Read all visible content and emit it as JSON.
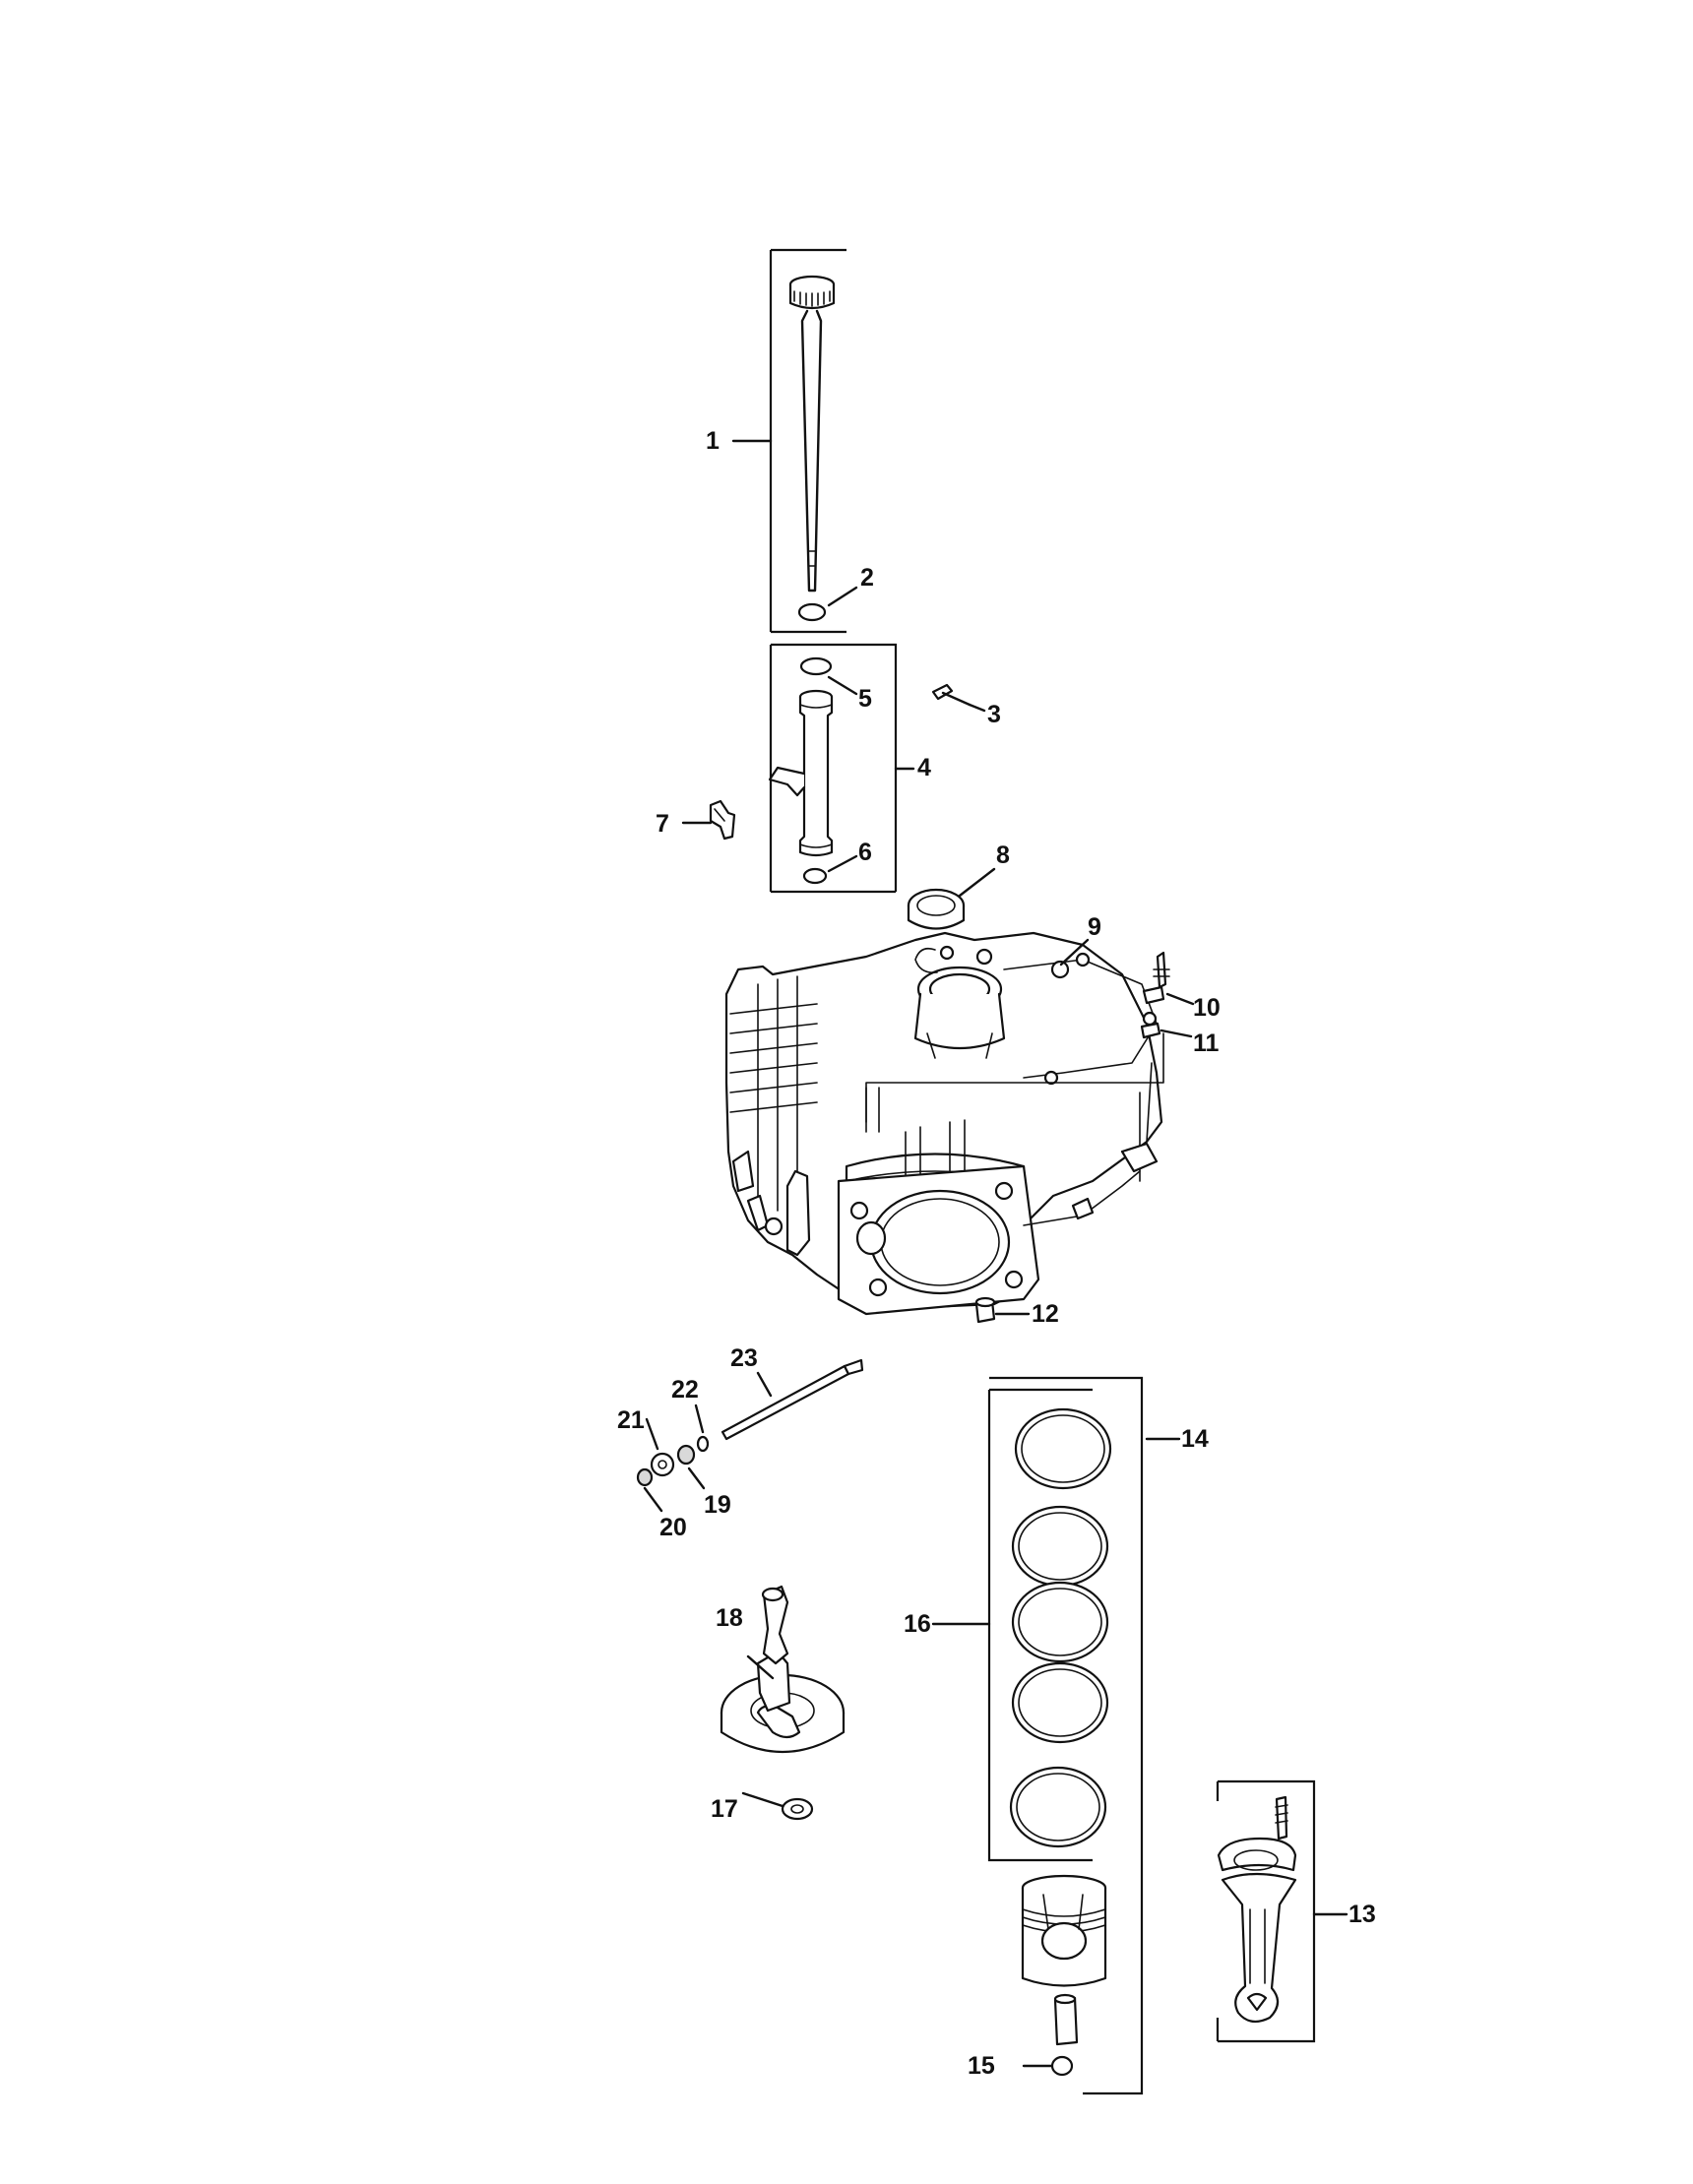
{
  "callouts": [
    "1",
    "2",
    "3",
    "4",
    "5",
    "6",
    "7",
    "8",
    "9",
    "10",
    "11",
    "12",
    "13",
    "14",
    "15",
    "16",
    "17",
    "18",
    "19",
    "20",
    "21",
    "22",
    "23"
  ],
  "parts": [
    {
      "id": "dipstick",
      "icon": "dipstick-icon"
    },
    {
      "id": "o-ring-top",
      "icon": "o-ring-icon"
    },
    {
      "id": "screw",
      "icon": "screw-icon"
    },
    {
      "id": "dipstick-tube-assembly",
      "icon": "tube-icon"
    },
    {
      "id": "o-ring-upper",
      "icon": "o-ring-icon"
    },
    {
      "id": "o-ring-lower",
      "icon": "o-ring-icon"
    },
    {
      "id": "bracket",
      "icon": "bracket-icon"
    },
    {
      "id": "oil-seal",
      "icon": "seal-icon"
    },
    {
      "id": "crankcase",
      "icon": "crankcase-icon"
    },
    {
      "id": "sensor-clip-upper",
      "icon": "clip-icon"
    },
    {
      "id": "sensor-clip-lower",
      "icon": "clip-icon"
    },
    {
      "id": "plug",
      "icon": "plug-icon"
    },
    {
      "id": "connecting-rod",
      "icon": "connecting-rod-icon"
    },
    {
      "id": "piston-ring-set",
      "icon": "piston-ring-icon"
    },
    {
      "id": "retaining-ring",
      "icon": "retaining-ring-icon"
    },
    {
      "id": "piston",
      "icon": "piston-icon"
    },
    {
      "id": "shim",
      "icon": "washer-icon"
    },
    {
      "id": "camshaft",
      "icon": "camshaft-icon"
    },
    {
      "id": "washer-19",
      "icon": "washer-icon"
    },
    {
      "id": "washer-20",
      "icon": "washer-icon"
    },
    {
      "id": "washer-21",
      "icon": "washer-icon"
    },
    {
      "id": "washer-22",
      "icon": "washer-icon"
    },
    {
      "id": "shaft",
      "icon": "shaft-icon"
    }
  ]
}
